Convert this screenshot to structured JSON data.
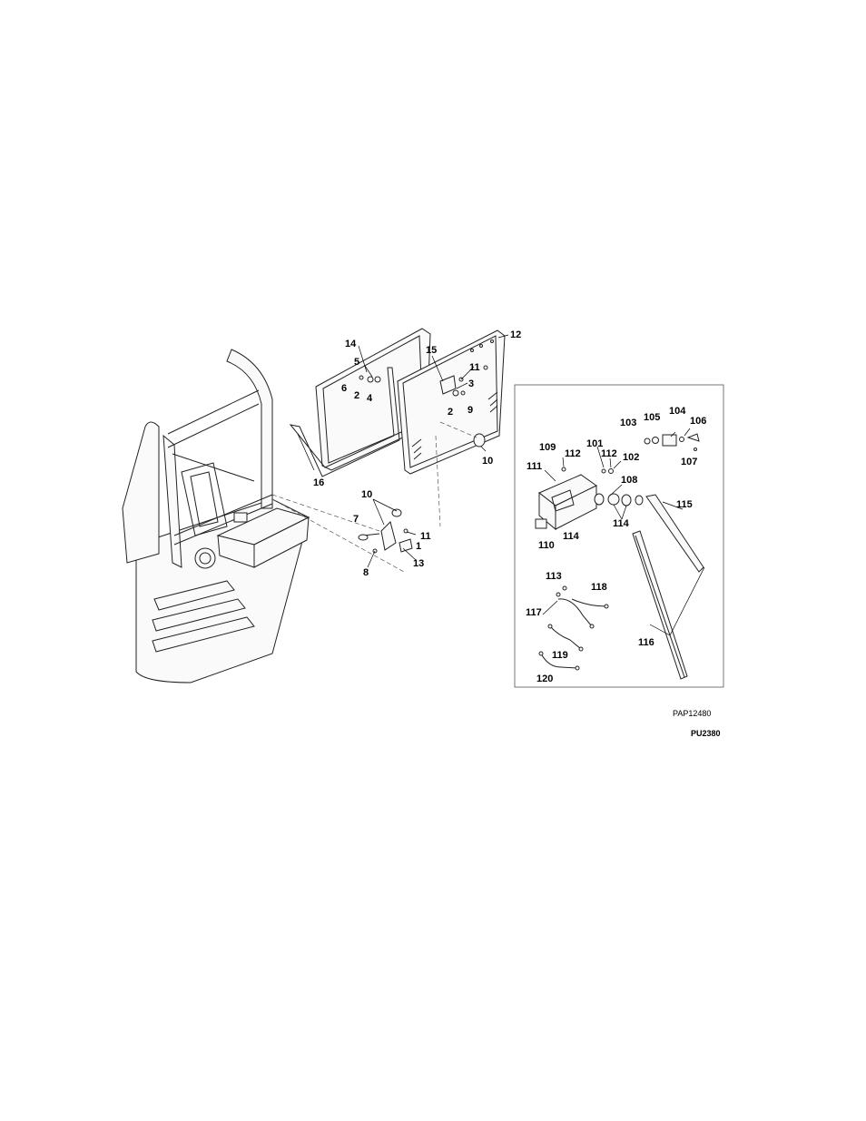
{
  "figure": {
    "figure_code": "PAP12480",
    "page_code": "PU2380"
  },
  "callouts": {
    "c1": "1",
    "c2a": "2",
    "c2b": "2",
    "c3": "3",
    "c4": "4",
    "c5": "5",
    "c6": "6",
    "c7": "7",
    "c8": "8",
    "c9": "9",
    "c10a": "10",
    "c10b": "10",
    "c11a": "11",
    "c11b": "11",
    "c12": "12",
    "c13": "13",
    "c14": "14",
    "c15": "15",
    "c16": "16",
    "c101": "101",
    "c102": "102",
    "c103": "103",
    "c104": "104",
    "c105": "105",
    "c106": "106",
    "c107": "107",
    "c108": "108",
    "c109": "109",
    "c110": "110",
    "c111": "111",
    "c112a": "112",
    "c112b": "112",
    "c113": "113",
    "c114a": "114",
    "c114b": "114",
    "c115": "115",
    "c116": "116",
    "c117": "117",
    "c118": "118",
    "c119": "119",
    "c120": "120"
  }
}
